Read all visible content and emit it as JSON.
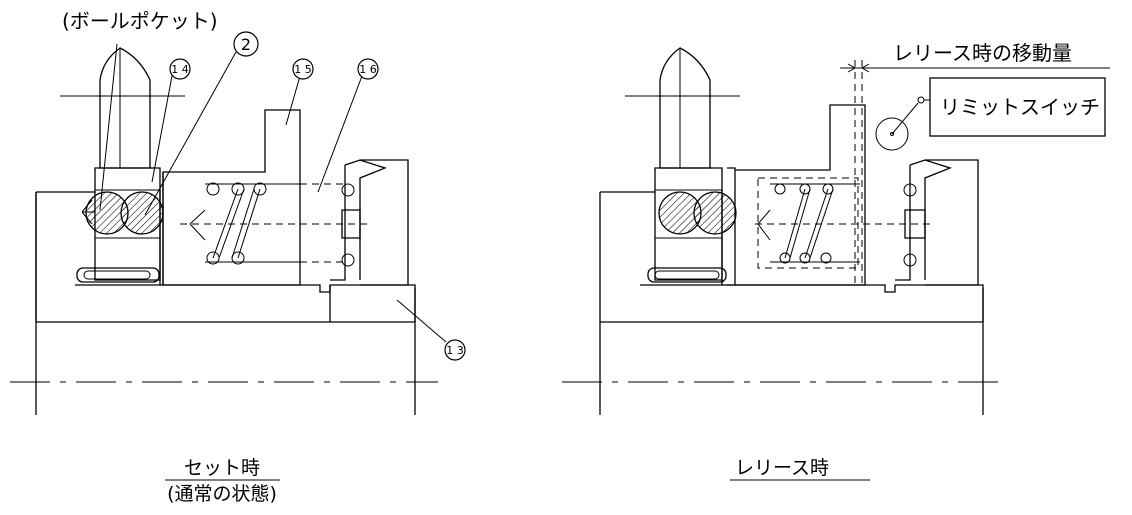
{
  "labels": {
    "ball_pocket": "(ボールポケット)",
    "release_travel": "レリース時の移動量",
    "limit_switch": "リミットスイッチ"
  },
  "parts": {
    "p14": "1 4",
    "p2": "2",
    "p15": "1 5",
    "p16": "1 6",
    "p13": "1 3"
  },
  "captions": {
    "set_state": "セット時",
    "normal_state": "(通常の状態)",
    "release_state": "レリース時"
  }
}
